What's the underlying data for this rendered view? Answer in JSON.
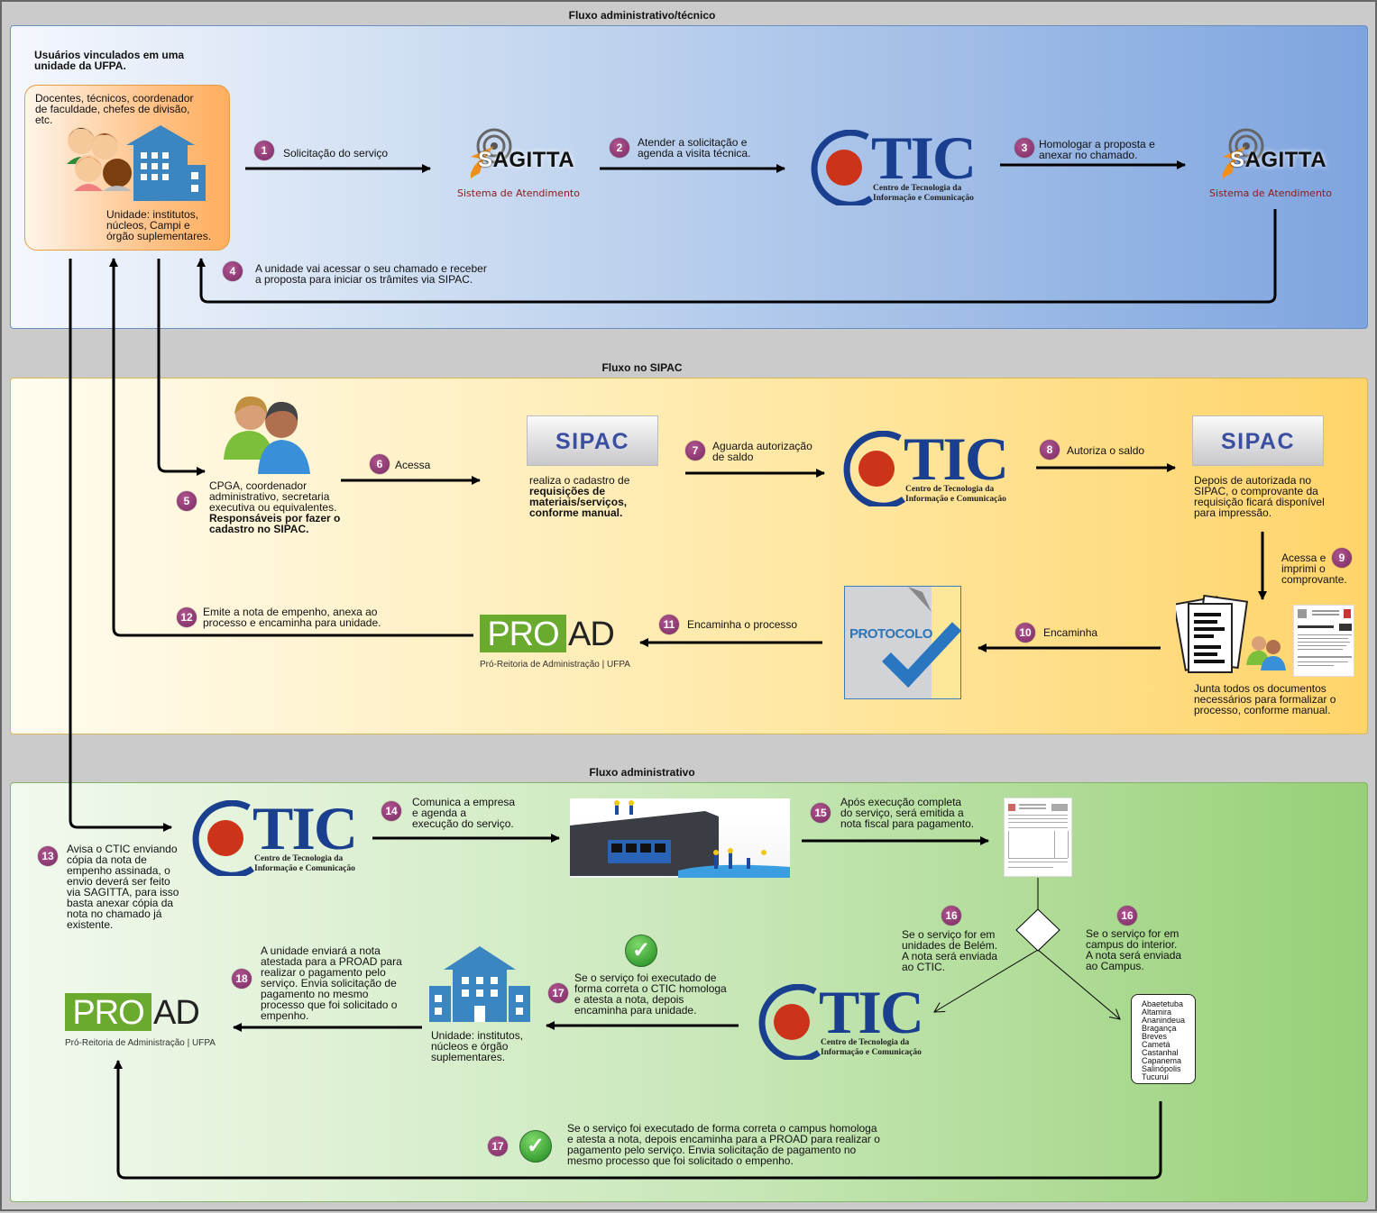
{
  "sections": {
    "s1_title": "Fluxo administrativo/técnico",
    "s2_title": "Fluxo no SIPAC",
    "s3_title": "Fluxo administrativo"
  },
  "colors": {
    "section1": "#7ea4df",
    "section2": "#ffd46a",
    "section3": "#97d077",
    "badge": "#8b3575",
    "tic_blue": "#1a3f8f",
    "tic_red": "#cc3318",
    "proad_green": "#6aaa2e"
  },
  "logos": {
    "sagitta": {
      "word_s": "S",
      "word_rest": "AGITTA",
      "subtitle": "Sistema de Atendimento"
    },
    "ctic": {
      "title": "TIC",
      "line1": "Centro de Tecnologia da",
      "line2": "Informação e Comunicação"
    },
    "sipac": "SIPAC",
    "proad": {
      "pro": "PRO",
      "ad": "AD",
      "subtitle": "Pró-Reitoria de Administração | UFPA"
    },
    "protocolo": "PROTOCOLO"
  },
  "s1": {
    "users_heading": [
      "Usuários vinculados em uma",
      "unidade da UFPA."
    ],
    "users_desc": [
      "Docentes, técnicos, coordenador",
      "de faculdade, chefes de divisão,",
      "etc."
    ],
    "unit_desc": [
      "Unidade: institutos,",
      "núcleos, Campi e",
      "órgão suplementares."
    ],
    "steps": [
      {
        "n": "1",
        "lines": [
          "Solicitação do serviço"
        ]
      },
      {
        "n": "2",
        "lines": [
          "Atender a solicitação e",
          "agenda a visita técnica."
        ]
      },
      {
        "n": "3",
        "lines": [
          "Homologar a proposta e",
          "anexar no chamado."
        ]
      },
      {
        "n": "4",
        "lines": [
          "A unidade vai acessar o seu chamado e receber",
          "a proposta para iniciar os trâmites via SIPAC."
        ]
      }
    ]
  },
  "s2": {
    "step5": {
      "n": "5",
      "lines": [
        "CPGA, coordenador",
        "administrativo, secretaria",
        "executiva ou equivalentes."
      ],
      "bold_lines": [
        "Responsáveis por fazer o",
        "cadastro no SIPAC."
      ]
    },
    "step6": {
      "n": "6",
      "label": "Acessa"
    },
    "sipac1_desc": {
      "line": "realiza o cadastro de",
      "bold_lines": [
        "requisições de",
        "materiais/serviços,",
        "conforme manual."
      ]
    },
    "step7": {
      "n": "7",
      "lines": [
        "Aguarda autorização",
        "de saldo"
      ]
    },
    "step8": {
      "n": "8",
      "label": "Autoriza o saldo"
    },
    "sipac2_desc": [
      "Depois de autorizada no",
      "SIPAC, o comprovante da",
      "requisição ficará disponível",
      "para impressão."
    ],
    "step9": {
      "n": "9",
      "lines": [
        "Acessa e",
        "imprimi o",
        "comprovante."
      ]
    },
    "docs_desc": [
      "Junta todos os documentos",
      "necessários para formalizar o",
      "processo, conforme manual."
    ],
    "step10": {
      "n": "10",
      "label": "Encaminha"
    },
    "step11": {
      "n": "11",
      "label": "Encaminha o processo"
    },
    "step12": {
      "n": "12",
      "lines": [
        "Emite a nota de empenho, anexa ao",
        "processo e encaminha para unidade."
      ]
    }
  },
  "s3": {
    "step13": {
      "n": "13",
      "lines": [
        "Avisa o CTIC enviando",
        "cópia da nota de",
        "empenho assinada, o",
        "envio deverá ser feito",
        "via SAGITTA, para isso",
        "basta anexar cópia da",
        "nota no chamado já",
        "existente."
      ]
    },
    "step14": {
      "n": "14",
      "lines": [
        "Comunica a empresa",
        "e agenda a",
        "execução do serviço."
      ]
    },
    "step15": {
      "n": "15",
      "lines": [
        "Após execução completa",
        "do serviço, será emitida a",
        "nota fiscal para pagamento."
      ]
    },
    "step16a": {
      "n": "16",
      "lines": [
        "Se o serviço for em",
        "unidades de Belém.",
        "A nota será enviada",
        "ao CTIC."
      ]
    },
    "step16b": {
      "n": "16",
      "lines": [
        "Se o serviço for em",
        "campus do interior.",
        "A nota será enviada",
        "ao Campus."
      ]
    },
    "campuses": [
      "Abaetetuba",
      "Altamira",
      "Ananindeua",
      "Bragança",
      "Breves",
      "Cametá",
      "Castanhal",
      "Capanema",
      "Salinópolis",
      "Tucuruí"
    ],
    "step17a": {
      "n": "17",
      "lines": [
        "Se o serviço foi executado de",
        "forma correta o CTIC homologa",
        "e atesta a nota, depois",
        "encaminha para unidade."
      ]
    },
    "unit_desc": [
      "Unidade: institutos,",
      "núcleos e  órgão",
      "suplementares."
    ],
    "step18": {
      "n": "18",
      "lines": [
        "A unidade enviará a nota",
        "atestada para a PROAD para",
        "realizar o pagamento pelo",
        "serviço. Envia solicitação de",
        "pagamento no mesmo",
        "processo que foi solicitado o",
        "empenho."
      ]
    },
    "step17b": {
      "n": "17",
      "lines": [
        "Se o serviço foi executado de forma correta o campus homologa",
        "e atesta a nota, depois encaminha para a PROAD para realizar o",
        "pagamento pelo serviço. Envia solicitação de pagamento no",
        "mesmo processo que foi solicitado o empenho."
      ]
    }
  }
}
